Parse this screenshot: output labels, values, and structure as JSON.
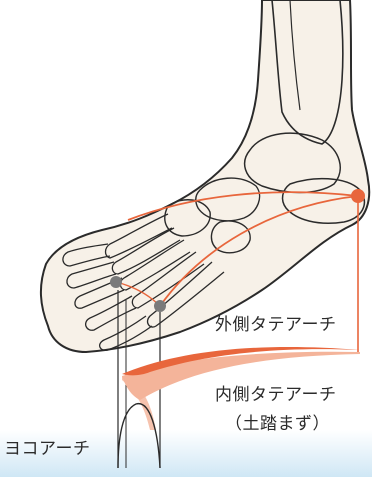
{
  "labels": {
    "lateral_arch": "外側タテアーチ",
    "medial_arch": "内側タテアーチ",
    "medial_arch_note": "（土踏まず）",
    "transverse_arch": "ヨコアーチ"
  },
  "colors": {
    "arch_accent": "#e8663c",
    "arch_fill_light": "#f4b49a",
    "skin_fill": "#f7f1e8",
    "outline": "#2b2b2b",
    "point_gray": "#7a7a7a",
    "floor_blue": "#d7ecf7"
  }
}
